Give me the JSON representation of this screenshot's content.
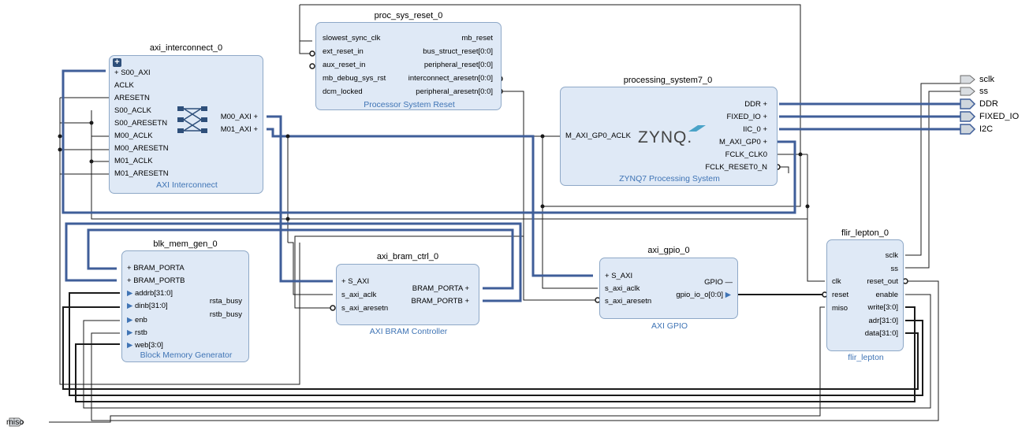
{
  "blocks": {
    "proc_sys_reset": {
      "instance": "proc_sys_reset_0",
      "subtitle": "Processor System Reset",
      "left_pins": [
        "slowest_sync_clk",
        "ext_reset_in",
        "aux_reset_in",
        "mb_debug_sys_rst",
        "dcm_locked"
      ],
      "right_pins": [
        "mb_reset",
        "bus_struct_reset[0:0]",
        "peripheral_reset[0:0]",
        "interconnect_aresetn[0:0]",
        "peripheral_aresetn[0:0]"
      ]
    },
    "axi_interconnect": {
      "instance": "axi_interconnect_0",
      "subtitle": "AXI Interconnect",
      "left_pins": [
        "S00_AXI",
        "ACLK",
        "ARESETN",
        "S00_ACLK",
        "S00_ARESETN",
        "M00_ACLK",
        "M00_ARESETN",
        "M01_ACLK",
        "M01_ARESETN"
      ],
      "right_pins": [
        "M00_AXI",
        "M01_AXI"
      ]
    },
    "processing_system": {
      "instance": "processing_system7_0",
      "subtitle": "ZYNQ7 Processing System",
      "logo": "ZYNQ.",
      "left_pins": [
        "M_AXI_GP0_ACLK"
      ],
      "right_pins": [
        "DDR",
        "FIXED_IO",
        "IIC_0",
        "M_AXI_GP0",
        "FCLK_CLK0",
        "FCLK_RESET0_N"
      ]
    },
    "blk_mem_gen": {
      "instance": "blk_mem_gen_0",
      "subtitle": "Block Memory Generator",
      "left_pins": [
        "BRAM_PORTA",
        "BRAM_PORTB",
        "addrb[31:0]",
        "dinb[31:0]",
        "enb",
        "rstb",
        "web[3:0]"
      ],
      "right_pins": [
        "rsta_busy",
        "rstb_busy"
      ]
    },
    "axi_bram_ctrl": {
      "instance": "axi_bram_ctrl_0",
      "subtitle": "AXI BRAM Controller",
      "left_pins": [
        "S_AXI",
        "s_axi_aclk",
        "s_axi_aresetn"
      ],
      "right_pins": [
        "BRAM_PORTA",
        "BRAM_PORTB"
      ]
    },
    "axi_gpio": {
      "instance": "axi_gpio_0",
      "subtitle": "AXI GPIO",
      "left_pins": [
        "S_AXI",
        "s_axi_aclk",
        "s_axi_aresetn"
      ],
      "right_pins": [
        "GPIO",
        "gpio_io_o[0:0]"
      ]
    },
    "flir_lepton": {
      "instance": "flir_lepton_0",
      "subtitle": "flir_lepton",
      "left_pins": [
        "clk",
        "reset",
        "miso"
      ],
      "right_pins": [
        "sclk",
        "ss",
        "reset_out",
        "enable",
        "write[3:0]",
        "adr[31:0]",
        "data[31:0]"
      ]
    }
  },
  "external_ports": {
    "outputs": [
      "sclk",
      "ss",
      "DDR",
      "FIXED_IO",
      "I2C"
    ],
    "input": "miso"
  },
  "colors": {
    "block_fill": "#dfe9f6",
    "block_border": "#8ea8c7",
    "subtitle": "#3f74b5",
    "bus": "#3f5e99",
    "net": "#1a1a1a",
    "port_fill": "#cfd6dd"
  }
}
